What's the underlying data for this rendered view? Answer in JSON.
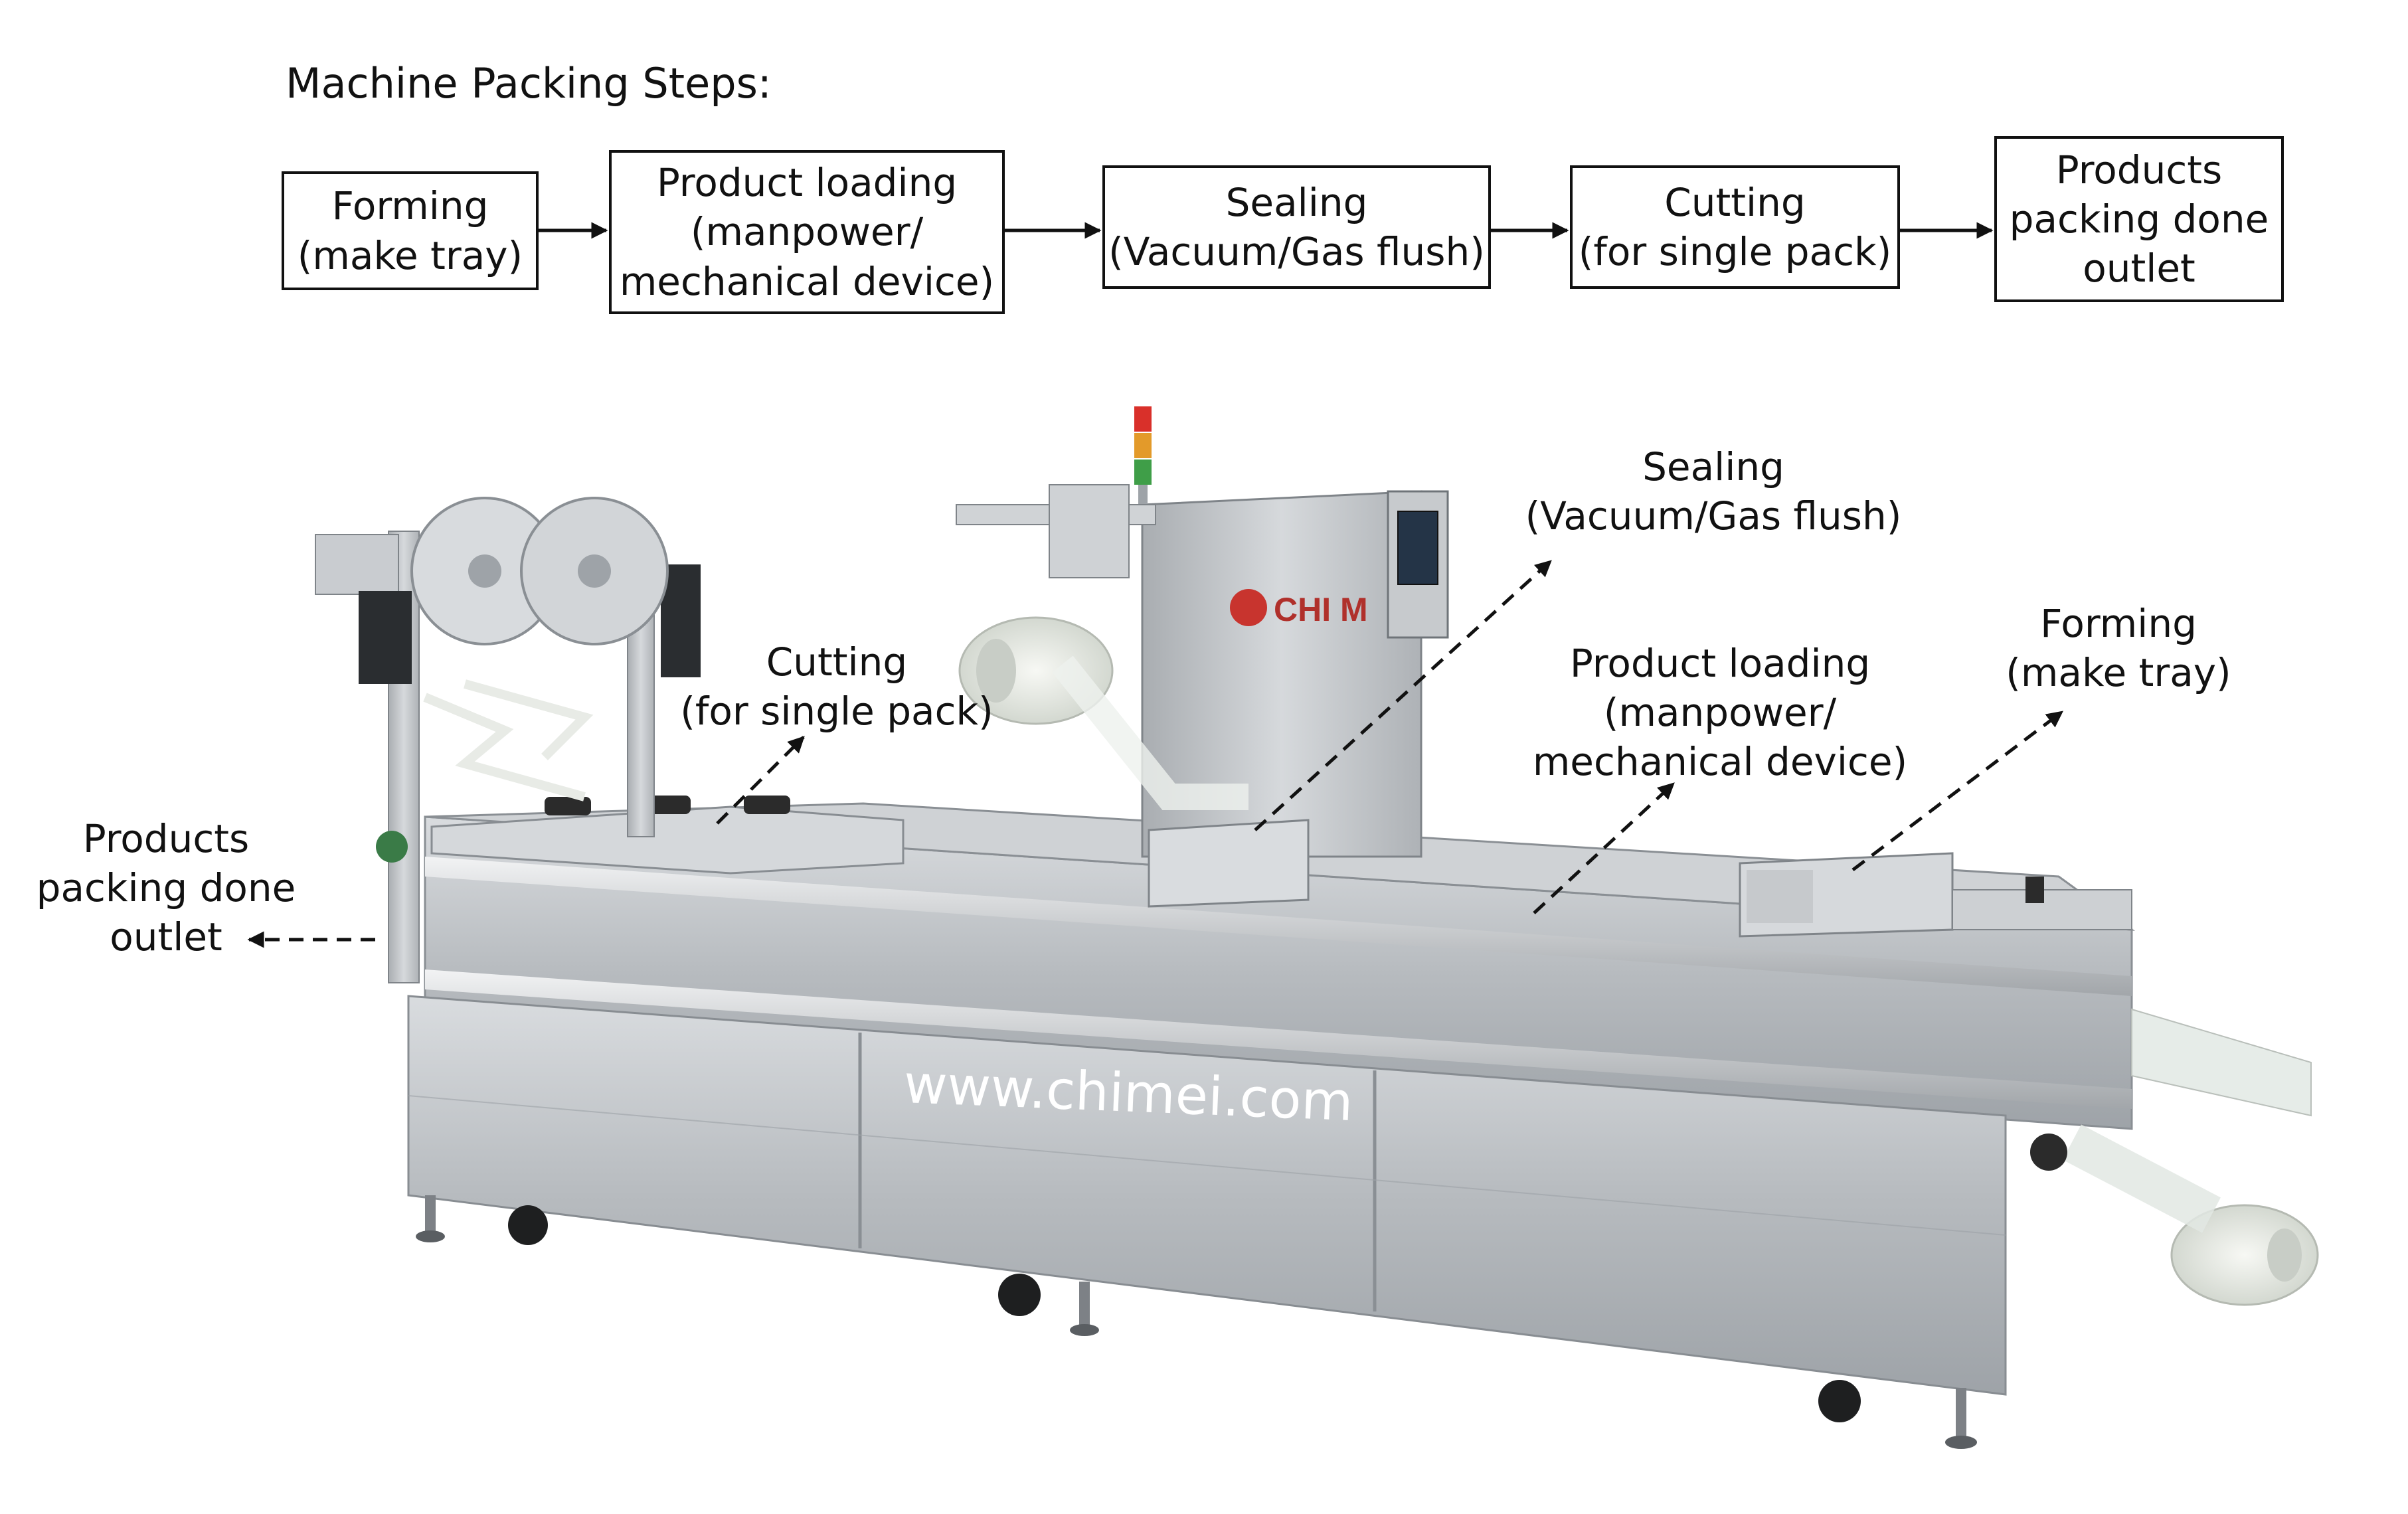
{
  "diagram": {
    "title": "Machine Packing Steps:",
    "steps": [
      {
        "id": "forming",
        "lines": [
          "Forming",
          "(make tray)"
        ]
      },
      {
        "id": "loading",
        "lines": [
          "Product loading",
          "(manpower/",
          "mechanical device)"
        ]
      },
      {
        "id": "sealing",
        "lines": [
          "Sealing",
          "(Vacuum/Gas flush)"
        ]
      },
      {
        "id": "cutting",
        "lines": [
          "Cutting",
          "(for single pack)"
        ]
      },
      {
        "id": "outlet",
        "lines": [
          "Products",
          "packing done",
          "outlet"
        ]
      }
    ],
    "callouts": [
      {
        "id": "sealing",
        "lines": [
          "Sealing",
          "(Vacuum/Gas flush)"
        ]
      },
      {
        "id": "cutting",
        "lines": [
          "Cutting",
          "(for single pack)"
        ]
      },
      {
        "id": "loading",
        "lines": [
          "Product loading",
          "(manpower/",
          "mechanical device)"
        ]
      },
      {
        "id": "forming",
        "lines": [
          "Forming",
          "(make tray)"
        ]
      },
      {
        "id": "outlet",
        "lines": [
          "Products",
          "packing done",
          "outlet"
        ]
      }
    ]
  },
  "machine": {
    "website": "www.chimei.com",
    "brand_logo_text": "CHI M"
  },
  "colors": {
    "steel_light": "#e6e8ea",
    "steel_mid": "#bcc0c4",
    "steel_dark": "#8d9297",
    "film": "#eef1ee"
  }
}
